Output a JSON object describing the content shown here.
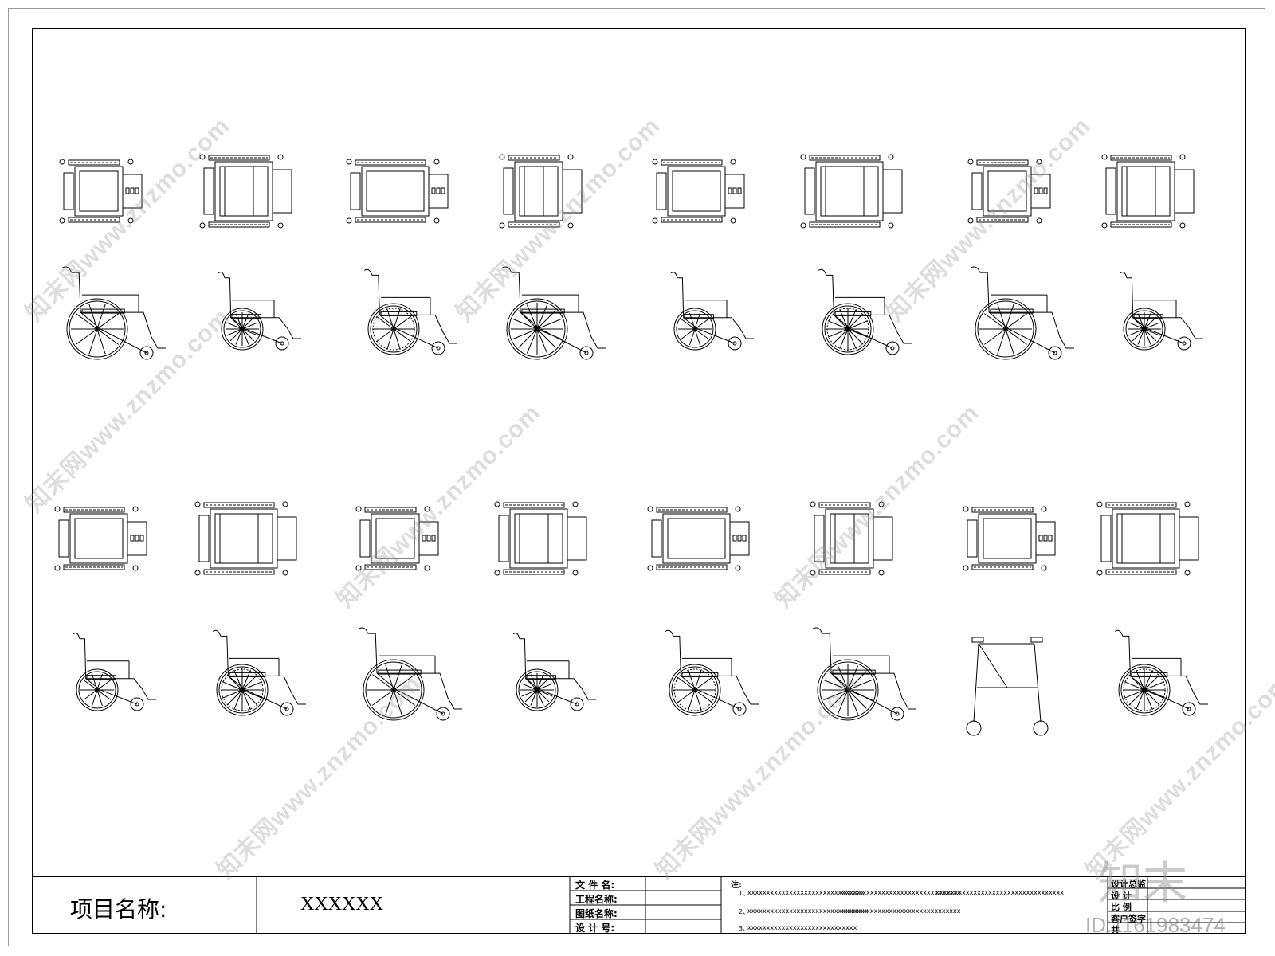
{
  "title_block": {
    "project_label": "项目名称:",
    "project_value": "XXXXXX",
    "file_name_label": "文 件 名:",
    "project_name_label": "工程名称:",
    "drawing_name_label": "图纸名称:",
    "design_no_label": "设 计 号:",
    "notes_label": "注:",
    "notes": [
      {
        "prefix": "1、",
        "texts": [
          "xxxxxxxxxxxxxxxxxxxxxxxxxxxxxxx",
          "xxxxxxxxxxxxxxxxxxxxxxxxxxxxxxxx",
          "xxxxxxxxxxxxxxxxxxxxxxxxxxxxxxxxxx"
        ]
      },
      {
        "prefix": "2、",
        "texts": [
          "xxxxxxxxxxxxxxxxxxxxxxxxxxxxxxxx",
          "xxxxxxxxxxxxxxxxxxxxxxxxxxxxxxxx"
        ]
      },
      {
        "prefix": "3、",
        "texts": [
          "xxxxxxxxxxxxxxxxxxxxxxxxxxxxx"
        ]
      }
    ],
    "right_labels": [
      "设计总监",
      "设 计",
      "比 例",
      "客户签字",
      "共"
    ]
  },
  "watermark": {
    "text": "知末网www.znzmo.com",
    "logo_text": "知末",
    "id_text": "ID:1161983474"
  },
  "drawing": {
    "rows": [
      {
        "view": "top",
        "items": [
          "top-wheelchair-1",
          "top-wheelchair-2",
          "top-wheelchair-3",
          "top-wheelchair-4",
          "top-wheelchair-5",
          "top-wheelchair-6",
          "top-wheelchair-7",
          "top-wheelchair-8"
        ]
      },
      {
        "view": "side",
        "items": [
          "side-wheelchair-1",
          "side-wheelchair-2",
          "side-wheelchair-3",
          "side-wheelchair-4",
          "side-wheelchair-5",
          "side-wheelchair-6",
          "side-wheelchair-7",
          "side-wheelchair-8"
        ]
      },
      {
        "view": "top",
        "items": [
          "top-wheelchair-9",
          "top-wheelchair-10",
          "top-wheelchair-11",
          "top-wheelchair-12",
          "top-wheelchair-13",
          "top-wheelchair-14",
          "top-wheelchair-15",
          "top-wheelchair-16"
        ]
      },
      {
        "view": "side",
        "items": [
          "side-wheelchair-9",
          "side-wheelchair-10",
          "side-wheelchair-11",
          "side-wheelchair-12",
          "side-wheelchair-13",
          "side-wheelchair-14",
          "side-walker",
          "side-wheelchair-16"
        ]
      }
    ]
  }
}
